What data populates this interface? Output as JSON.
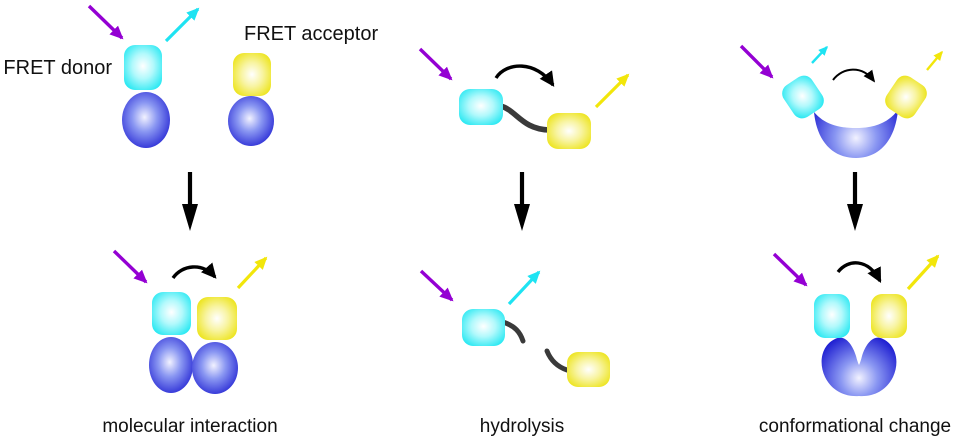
{
  "annotations": {
    "fret_donor": "FRET donor",
    "fret_acceptor": "FRET acceptor"
  },
  "panels": [
    {
      "caption": "molecular interaction"
    },
    {
      "caption": "hydrolysis"
    },
    {
      "caption": "conformational change"
    }
  ],
  "colors": {
    "donor_cyan": "#25e8f2",
    "acceptor_yellow": "#ece313",
    "protein_blue": "#1d1dd1",
    "excitation_arrow_purple": "#9400d3",
    "donor_emission_cyan": "#1ee3f2",
    "acceptor_emission_yellow": "#f2e60a",
    "fret_transfer_arrow_black": "#000000",
    "linker_gray": "#3a3a3a",
    "background": "#ffffff",
    "text": "#111111"
  }
}
